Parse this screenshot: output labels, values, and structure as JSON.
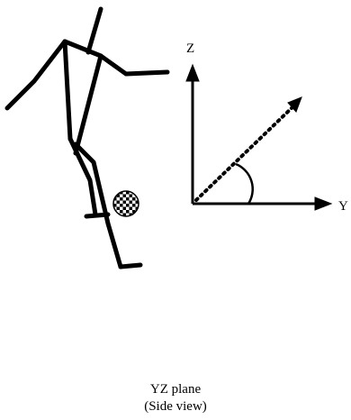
{
  "axes": {
    "vertical_label": "Z",
    "horizontal_label": "Y"
  },
  "caption": {
    "line1": "YZ plane",
    "line2": "(Side view)"
  },
  "colors": {
    "ink": "#000000",
    "background": "#ffffff"
  }
}
